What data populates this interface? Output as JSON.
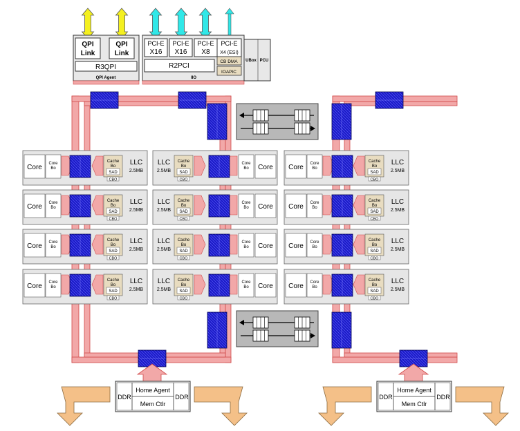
{
  "qpi": {
    "link_line1": "QPI",
    "link_line2": "Link",
    "r3qpi": "R3QPI",
    "agent": "QPI Agent"
  },
  "io": {
    "pcie": [
      {
        "line1": "PCI-E",
        "line2": "X16"
      },
      {
        "line1": "PCI-E",
        "line2": "X16"
      },
      {
        "line1": "PCI-E",
        "line2": "X8"
      },
      {
        "line1": "PCI-E",
        "line2": "X4 (ESI)"
      }
    ],
    "r2pci": "R2PCI",
    "iio": "IIO",
    "cb_dma": "CB DMA",
    "ioapic": "IOAPIC",
    "ubox": "UBox",
    "pcu": "PCU"
  },
  "tile": {
    "core": "Core",
    "core_bo_line1": "Core",
    "core_bo_line2": "Bo",
    "cache_line1": "Cache",
    "cache_line2": "Bo",
    "sad": "SAD",
    "cbo": "CBO",
    "llc": "LLC",
    "llc_size": "2.5MB"
  },
  "memory": {
    "home_agent": "Home Agent",
    "mem_ctlr": "Mem Ctlr",
    "ddr": "DDR"
  },
  "colors": {
    "ring": "#f2a8a8",
    "ring_stroke": "#d04848",
    "stop": "#1c1cc8",
    "qpi_arrow": "#f4f020",
    "pcie_arrow": "#30e8e8",
    "ddr_arrow": "#f4c088",
    "tile_bg": "#e6e6e6",
    "queue_bg": "#b8b8b8"
  }
}
